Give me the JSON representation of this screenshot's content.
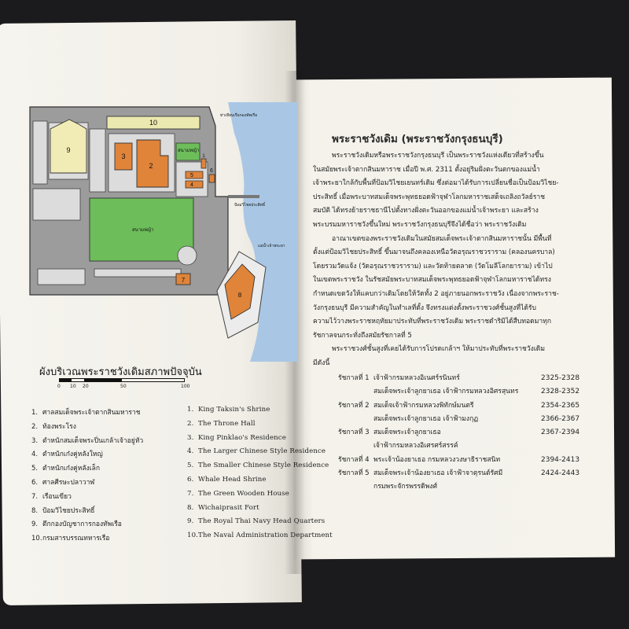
{
  "map": {
    "title": "ผังบริเวณพระราชวังเดิมสภาพปัจจุบัน",
    "scale_labels": [
      "0",
      "10",
      "20",
      "50",
      "100"
    ],
    "labels": {
      "pier": "ท่าเทียบเรือกองทัพเรือ",
      "field_small": "สนามหญ้า",
      "field_big": "สนามหญ้า",
      "river": "แม่น้ำเจ้าพระยา",
      "fort_label": "ป้อมวิไชยประสิทธิ์"
    },
    "buildings": [
      "1",
      "2",
      "3",
      "4",
      "5",
      "6",
      "7",
      "8",
      "9",
      "10"
    ],
    "colors": {
      "building": "#e0843a",
      "field": "#6dbd5a",
      "road": "#9c9c9c",
      "river": "#a9c7e5",
      "parcel": "#dcdcdc",
      "block10": "#ece9b0",
      "block9": "#f1ecb6"
    }
  },
  "legend_th": [
    {
      "n": "1.",
      "t": "ศาลสมเด็จพระเจ้าตากสินมหาราช"
    },
    {
      "n": "2.",
      "t": "ท้องพระโรง"
    },
    {
      "n": "3.",
      "t": "ตำหนักสมเด็จพระปิ่นเกล้าเจ้าอยู่หัว"
    },
    {
      "n": "4.",
      "t": "ตำหนักเก๋งคู่หลังใหญ่"
    },
    {
      "n": "5.",
      "t": "ตำหนักเก๋งคู่หลังเล็ก"
    },
    {
      "n": "6.",
      "t": "ศาลศีรษะปลาวาฬ"
    },
    {
      "n": "7.",
      "t": "เรือนเขียว"
    },
    {
      "n": "8.",
      "t": "ป้อมวิไชยประสิทธิ์"
    },
    {
      "n": "9.",
      "t": "ตึกกองบัญชาการกองทัพเรือ"
    },
    {
      "n": "10.",
      "t": "กรมสารบรรณทหารเรือ"
    }
  ],
  "legend_en": [
    {
      "n": "1.",
      "t": "King Taksin's Shrine"
    },
    {
      "n": "2.",
      "t": "The Throne Hall"
    },
    {
      "n": "3.",
      "t": "King Pinklao's Residence"
    },
    {
      "n": "4.",
      "t": "The Larger Chinese Style Residence"
    },
    {
      "n": "5.",
      "t": "The Smaller Chinese Style Residence"
    },
    {
      "n": "6.",
      "t": "Whale Head Shrine"
    },
    {
      "n": "7.",
      "t": "The Green Wooden House"
    },
    {
      "n": "8.",
      "t": "Wichaiprasit Fort"
    },
    {
      "n": "9.",
      "t": "The Royal Thai Navy Head Quarters"
    },
    {
      "n": "10.",
      "t": "The Naval Administration Department"
    }
  ],
  "right": {
    "title": "พระราชวังเดิม (พระราชวังกรุงธนบุรี)",
    "body": [
      {
        "t": "พระราชวังเดิมหรือพระราชวังกรุงธนบุรี เป็นพระราชวังแห่งเดียวที่สร้างขึ้น",
        "ind": true
      },
      {
        "t": "ในสมัยพระเจ้าตากสินมหาราช เมื่อปี พ.ศ. 2311 ตั้งอยู่ริมฝั่งตะวันตกของแม่น้ำ",
        "ind": false
      },
      {
        "t": "เจ้าพระยาใกล้กับพื้นที่ป้อมวิไชยเยนทร์เดิม ซึ่งต่อมาได้รับการเปลี่ยนชื่อเป็นป้อมวิไชย-",
        "ind": false
      },
      {
        "t": "ประสิทธิ์ เมื่อพระบาทสมเด็จพระพุทธยอดฟ้าจุฬาโลกมหาราชเสด็จเถลิงถวัลย์ราช",
        "ind": false
      },
      {
        "t": "สมบัติ ได้ทรงย้ายราชธานีไปตั้งทางฝั่งตะวันออกของแม่น้ำเจ้าพระยา และสร้าง",
        "ind": false
      },
      {
        "t": "พระบรมมหาราชวังขึ้นใหม่ พระราชวังกรุงธนบุรีจึงได้ชื่อว่า พระราชวังเดิม",
        "ind": false
      },
      {
        "t": "อาณาเขตของพระราชวังเดิมในสมัยสมเด็จพระเจ้าตากสินมหาราชนั้น มีพื้นที่",
        "ind": true
      },
      {
        "t": "ตั้งแต่ป้อมวิไชยประสิทธิ์ ขึ้นมาจนถึงคลองเหนือวัดอรุณราชวราราม (คลองนครบาล)",
        "ind": false
      },
      {
        "t": "โดยรวมวัดแจ้ง (วัดอรุณราชวราราม) และวัดท้ายตลาด (วัดโมลีโลกยาราม) เข้าไป",
        "ind": false
      },
      {
        "t": "ในเขตพระราชวัง ในรัชสมัยพระบาทสมเด็จพระพุทธยอดฟ้าจุฬาโลกมหาราชได้ทรง",
        "ind": false
      },
      {
        "t": "กำหนดเขตวังให้แคบกว่าเดิมโดยให้วัดทั้ง 2 อยู่ภายนอกพระราชวัง เนื่องจากพระราช-",
        "ind": false
      },
      {
        "t": "วังกรุงธนบุรี มีความสำคัญในทำเลที่ตั้ง จึงทรงแต่งตั้งพระราชวงศ์ชั้นสูงที่ได้รับ",
        "ind": false
      },
      {
        "t": "ความไว้วางพระราชหฤทัยมาประทับที่พระราชวังเดิม พระราชดำริมิได้สืบทอดมาทุก",
        "ind": false
      },
      {
        "t": "รัชกาลจนกระทั่งถึงสมัยรัชกาลที่ 5",
        "ind": false
      },
      {
        "t": "พระราชวงศ์ชั้นสูงที่เคยได้รับการโปรดเกล้าฯ ให้มาประทับที่พระราชวังเดิม",
        "ind": true
      },
      {
        "t": "มีดังนี้",
        "ind": false
      }
    ],
    "reigns": [
      {
        "r": "รัชกาลที่ 1",
        "p": "เจ้าฟ้ากรมหลวงอิเนศร์รนินทร์",
        "y": "2325-2328"
      },
      {
        "r": "",
        "p": "สมเด็จพระเจ้าลูกยาเธอ เจ้าฟ้ากรมหลวงอิศรสุนทร",
        "y": "2328-2352"
      },
      {
        "r": "รัชกาลที่ 2",
        "p": "สมเด็จเจ้าฟ้ากรมหลวงพิทักษ์มนตรี",
        "y": "2354-2365"
      },
      {
        "r": "",
        "p": "สมเด็จพระเจ้าลูกยาเธอ เจ้าฟ้ามงกุฏ",
        "y": "2366-2367"
      },
      {
        "r": "รัชกาลที่ 3",
        "p": "สมเด็จพระเจ้าลูกยาเธอ",
        "y": "2367-2394"
      },
      {
        "r": "",
        "p": "เจ้าฟ้ากรมหลวงอิเศรศร์สรรค์",
        "y": ""
      },
      {
        "r": "รัชกาลที่ 4",
        "p": "พระเจ้าน้องยาเธอ กรมหลวงวงษาธิราชสนิท",
        "y": "2394-2413"
      },
      {
        "r": "รัชกาลที่ 5",
        "p": "สมเด็จพระเจ้าน้องยาเธอ เจ้าฟ้าจาตุรนต์รัศมี",
        "y": "2424-2443"
      },
      {
        "r": "",
        "p": "กรมพระจักรพรรดิพงศ์",
        "y": ""
      }
    ]
  }
}
